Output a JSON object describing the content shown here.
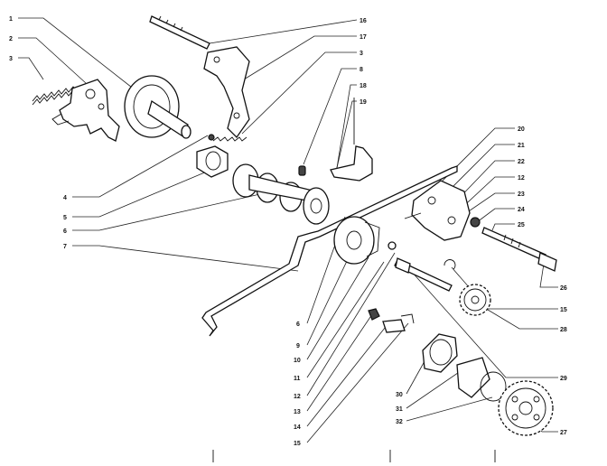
{
  "callouts": [
    {
      "id": "c1",
      "text": "1"
    },
    {
      "id": "c2",
      "text": "2"
    },
    {
      "id": "c3a",
      "text": "3"
    },
    {
      "id": "c16",
      "text": "16"
    },
    {
      "id": "c17",
      "text": "17"
    },
    {
      "id": "c3b",
      "text": "3"
    },
    {
      "id": "c8a",
      "text": "8"
    },
    {
      "id": "c18",
      "text": "18"
    },
    {
      "id": "c19",
      "text": "19"
    },
    {
      "id": "c4",
      "text": "4"
    },
    {
      "id": "c5",
      "text": "5"
    },
    {
      "id": "c6a",
      "text": "6"
    },
    {
      "id": "c7",
      "text": "7"
    },
    {
      "id": "c20",
      "text": "20"
    },
    {
      "id": "c21",
      "text": "21"
    },
    {
      "id": "c22",
      "text": "22"
    },
    {
      "id": "c12a",
      "text": "12"
    },
    {
      "id": "c23",
      "text": "23"
    },
    {
      "id": "c24",
      "text": "24"
    },
    {
      "id": "c25",
      "text": "25"
    },
    {
      "id": "c26",
      "text": "26"
    },
    {
      "id": "c15a",
      "text": "15"
    },
    {
      "id": "c28",
      "text": "28"
    },
    {
      "id": "c6b",
      "text": "6"
    },
    {
      "id": "c9",
      "text": "9"
    },
    {
      "id": "c10",
      "text": "10"
    },
    {
      "id": "c11",
      "text": "11"
    },
    {
      "id": "c12b",
      "text": "12"
    },
    {
      "id": "c13",
      "text": "13"
    },
    {
      "id": "c14",
      "text": "14"
    },
    {
      "id": "c15b",
      "text": "15"
    },
    {
      "id": "c29",
      "text": "29"
    },
    {
      "id": "c30",
      "text": "30"
    },
    {
      "id": "c31",
      "text": "31"
    },
    {
      "id": "c32",
      "text": "32"
    },
    {
      "id": "c27",
      "text": "27"
    }
  ]
}
